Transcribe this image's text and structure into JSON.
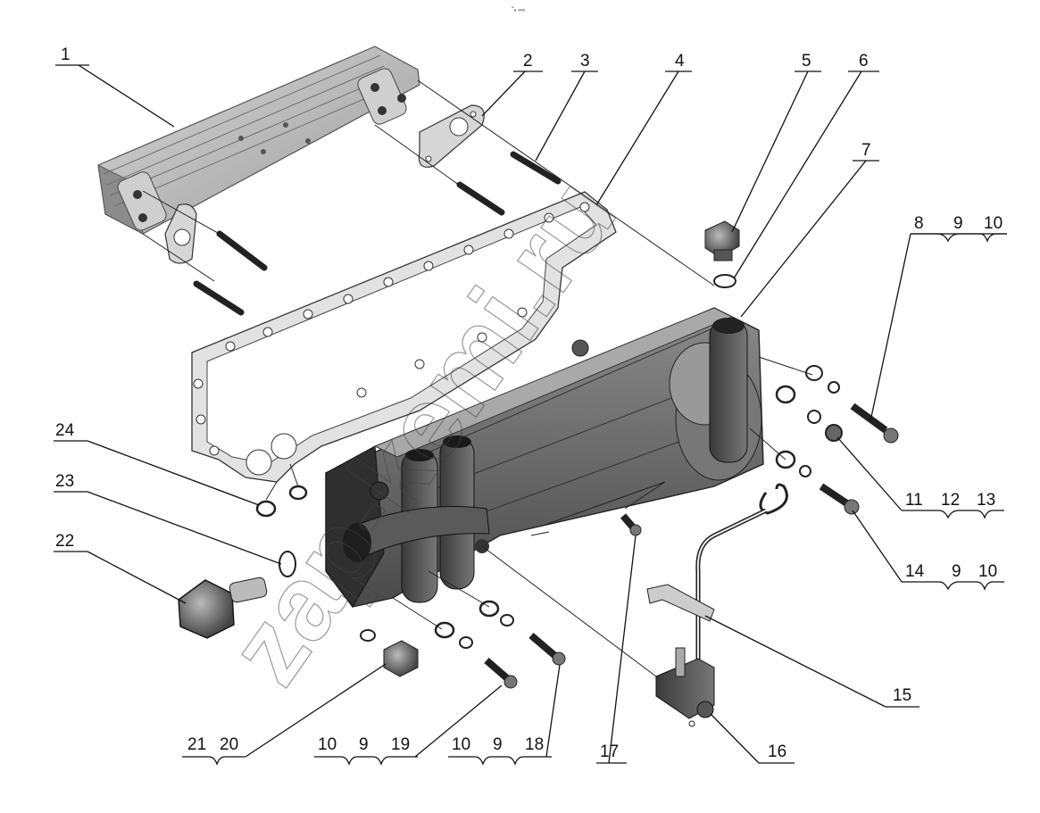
{
  "header_mark": "°ₐ ₑₑₑ",
  "watermark": "zap-kemi.ru",
  "callouts": {
    "c1": "1",
    "c2": "2",
    "c3": "3",
    "c4": "4",
    "c5": "5",
    "c6": "6",
    "c7": "7",
    "c8": "8",
    "c9": "9",
    "c10": "10",
    "c11": "11",
    "c12": "12",
    "c13": "13",
    "c14": "14",
    "c14_9": "9",
    "c14_10": "10",
    "c15": "15",
    "c16": "16",
    "c17": "17",
    "c18_10": "10",
    "c18_9": "9",
    "c18": "18",
    "c19_10": "10",
    "c19_9": "9",
    "c19": "19",
    "c21": "21",
    "c20": "20",
    "c22": "22",
    "c23": "23",
    "c24": "24"
  }
}
